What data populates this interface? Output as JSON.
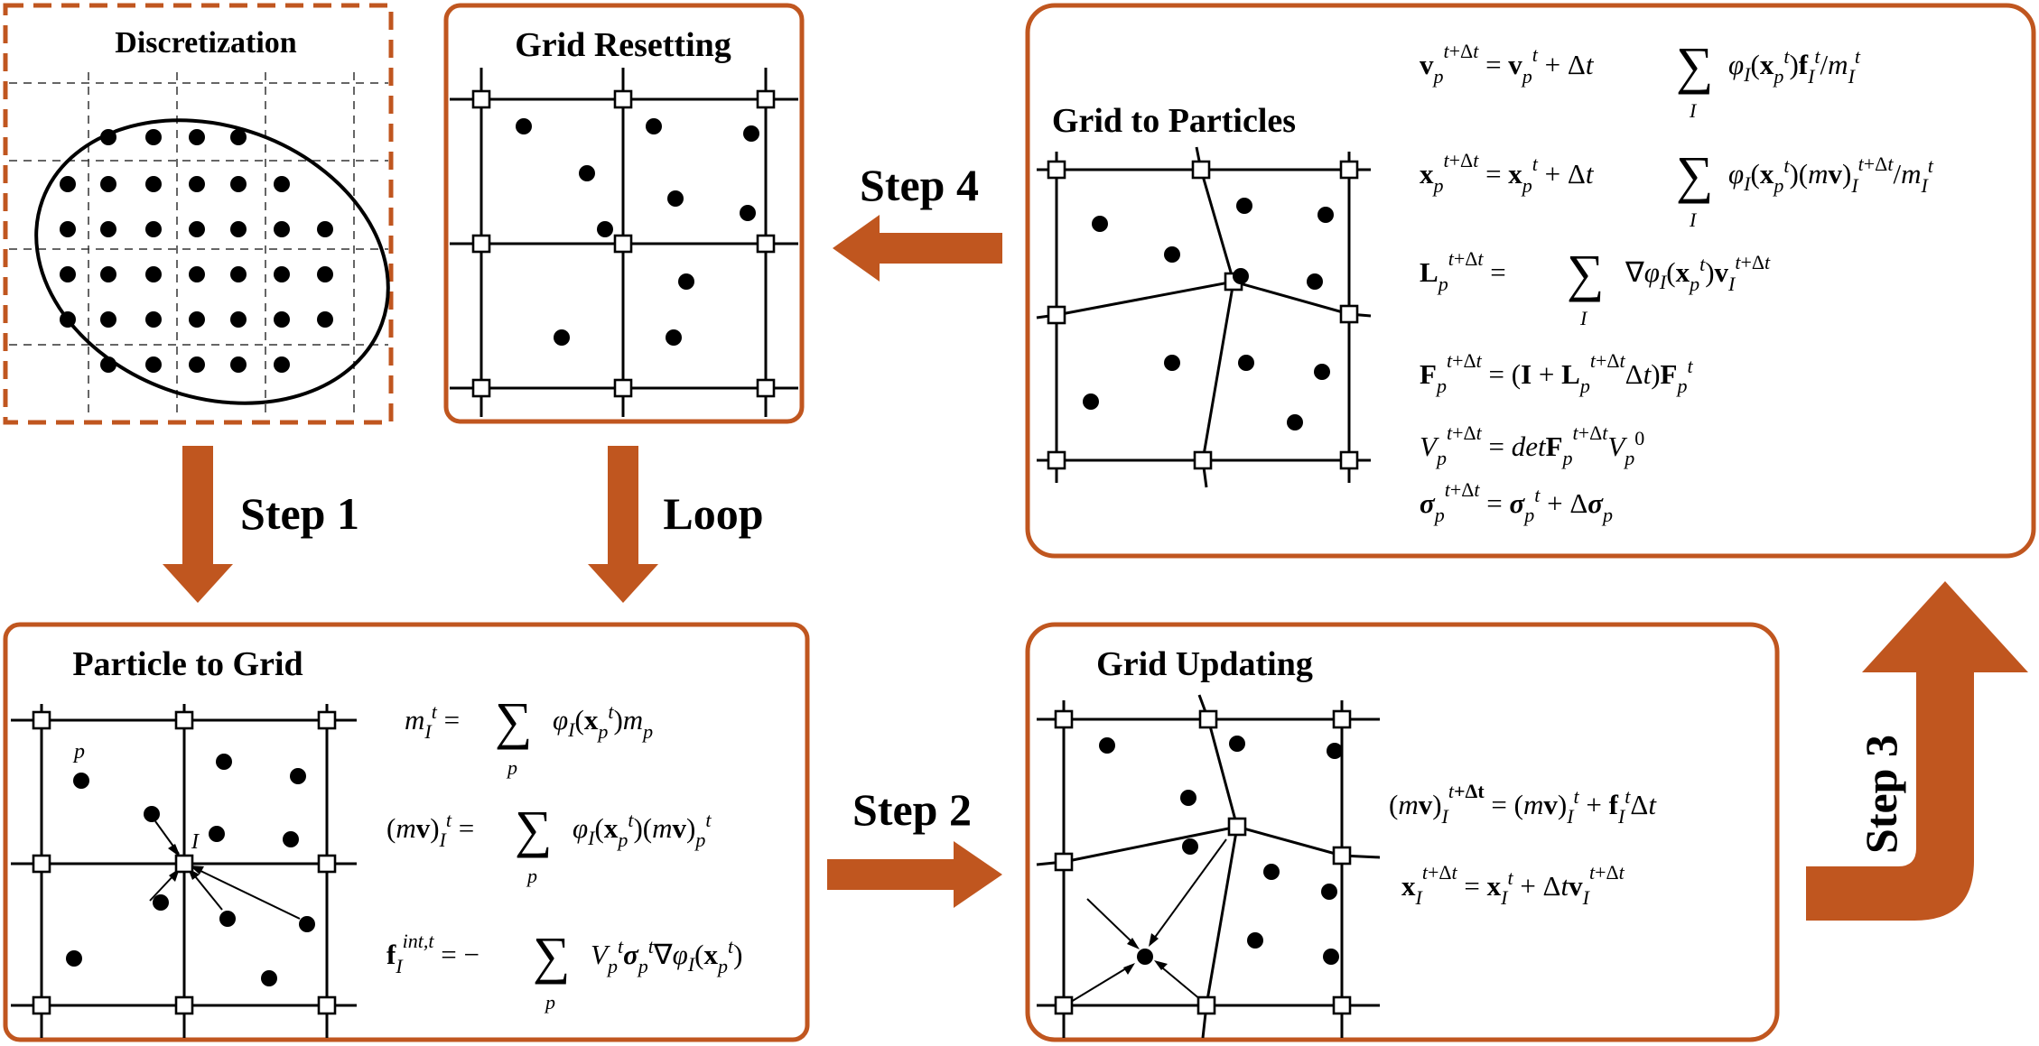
{
  "colors": {
    "accent": "#c0561f",
    "ink": "#000000"
  },
  "panels": {
    "discretization": {
      "title": "Discretization"
    },
    "reset": {
      "title": "Grid Resetting"
    },
    "g2p": {
      "title": "Grid to Particles"
    },
    "p2g": {
      "title": "Particle to Grid",
      "particle_label": "p",
      "node_label": "I"
    },
    "update": {
      "title": "Grid Updating"
    }
  },
  "steps": {
    "step1": "Step 1",
    "loop": "Loop",
    "step4": "Step 4",
    "step2": "Step 2",
    "step3": "Step 3"
  },
  "equations": {
    "g2p": [
      "v_p^(t+Δt) = v_p^t + Δt Σ_I φ_I(x_p^t) f_I^t / m_I^t",
      "x_p^(t+Δt) = x_p^t + Δt Σ_I φ_I(x_p^t)(mv)_I^(t+Δt) / m_I^t",
      "L_p^(t+Δt) = Σ_I ∇φ_I(x_p^t) v_I^(t+Δt)",
      "F_p^(t+Δt) = (I + L_p^(t+Δt) Δt) F_p^t",
      "V_p^(t+Δt) = det F_p^(t+Δt) V_p^0",
      "σ_p^(t+Δt) = σ_p^t + Δσ_p"
    ],
    "p2g": [
      "m_I^t = Σ_p φ_I(x_p^t) m_p",
      "(mv)_I^t = Σ_p φ_I(x_p^t)(mv)_p^t",
      "f_I^(int,t) = −Σ_p V_p^t σ_p^t ∇φ_I(x_p^t)"
    ],
    "update": [
      "(mv)_I^(t+Δt) = (mv)_I^t + f_I^t Δt",
      "x_I^(t+Δt) = x_I^t + Δt v_I^(t+Δt)"
    ]
  }
}
